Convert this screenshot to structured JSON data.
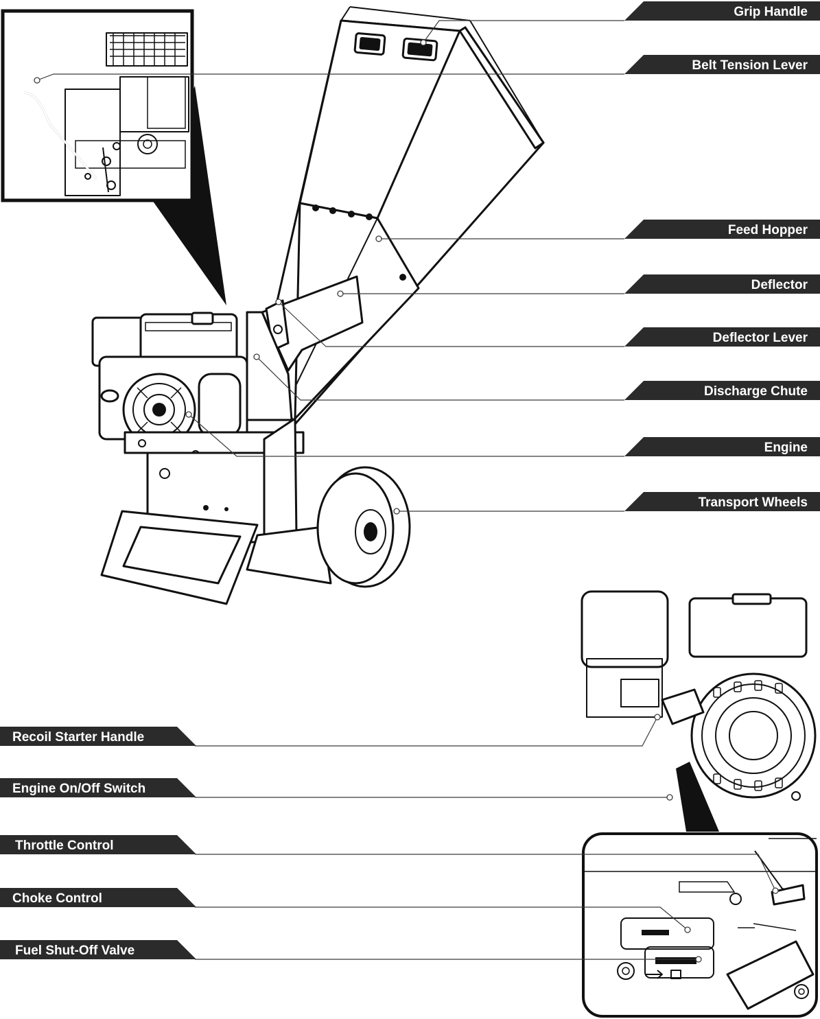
{
  "labels": {
    "grip_handle": "Grip  Handle",
    "belt_tension_lever": "Belt Tension Lever",
    "feed_hopper": "Feed Hopper",
    "deflector": "Deflector",
    "deflector_lever": "Deflector Lever",
    "discharge_chute": "Discharge Chute",
    "engine": "Engine",
    "transport_wheels": "Transport Wheels",
    "recoil_starter_handle": "Recoil Starter Handle",
    "engine_on_off_switch": "Engine On/Off Switch",
    "throttle_control": "Throttle Control",
    "choke_control": "Choke Control",
    "fuel_shut_off_valve": "Fuel Shut-Off Valve"
  },
  "colors": {
    "label_bg": "#2b2b2b",
    "label_text": "#ffffff",
    "line_art": "#111111"
  },
  "icons": {
    "callout_dot": "circle",
    "drawing": "wood-chipper-line-art"
  }
}
